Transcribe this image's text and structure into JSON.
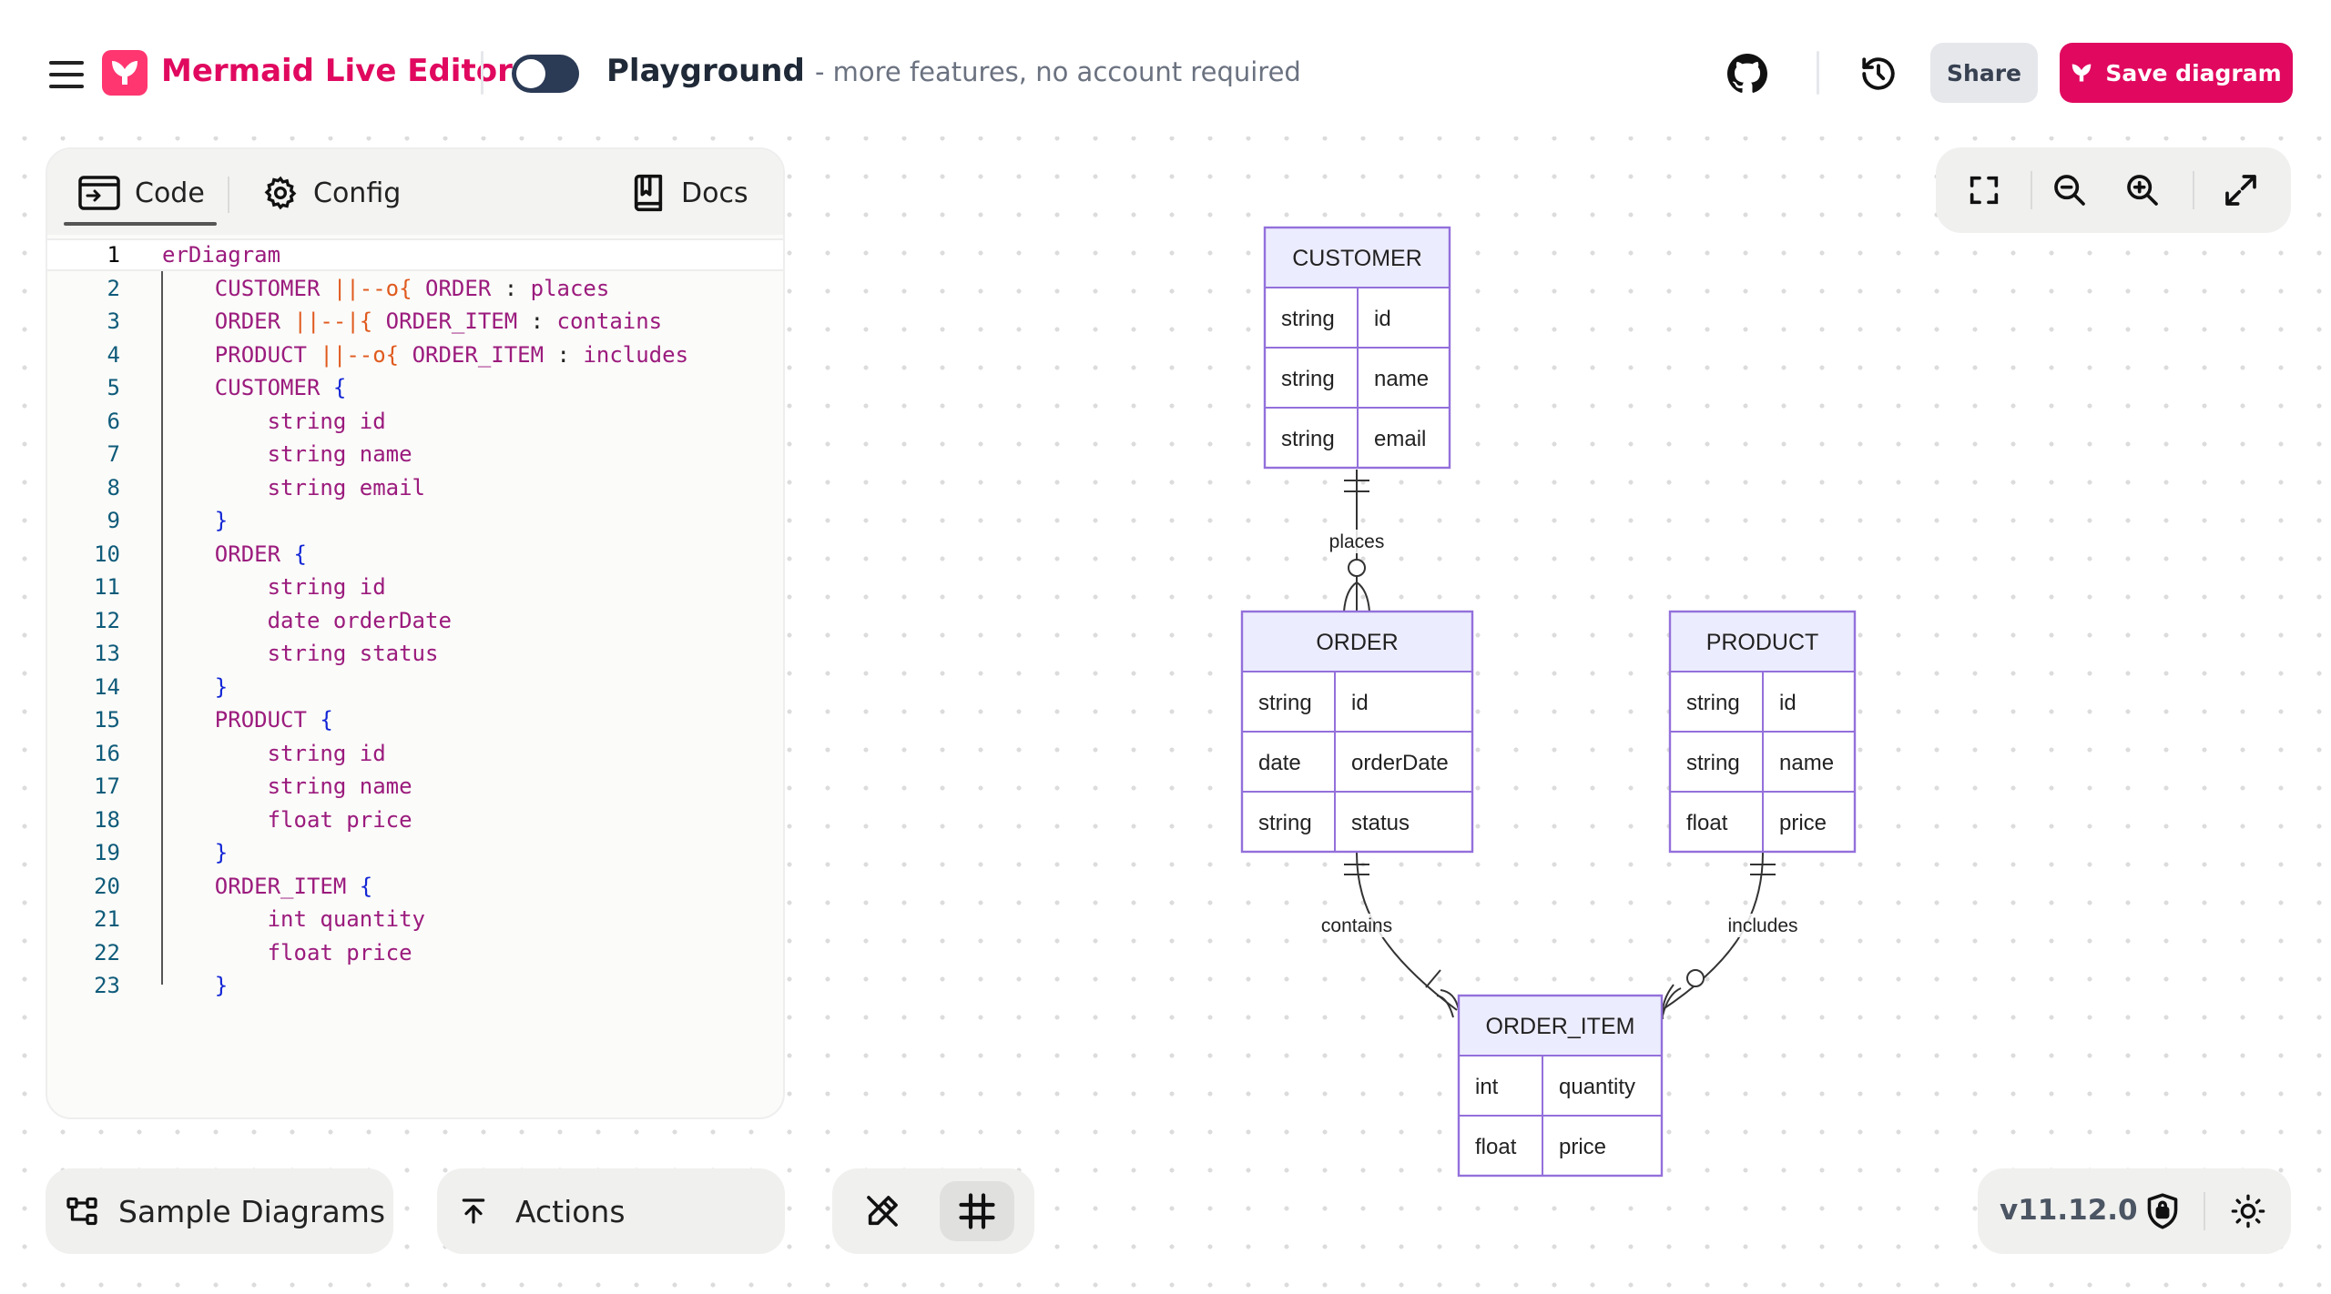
{
  "header": {
    "app_title": "Mermaid Live Editor",
    "playground_title": "Playground",
    "playground_subtitle": "- more features, no account required",
    "share_label": "Share",
    "save_label": "Save diagram"
  },
  "editor": {
    "tabs": [
      {
        "label": "Code",
        "active": true
      },
      {
        "label": "Config",
        "active": false
      },
      {
        "label": "Docs",
        "active": false
      }
    ],
    "active_line": 1,
    "lines": [
      "erDiagram",
      "    CUSTOMER ||--o{ ORDER : places",
      "    ORDER ||--|{ ORDER_ITEM : contains",
      "    PRODUCT ||--o{ ORDER_ITEM : includes",
      "    CUSTOMER {",
      "        string id",
      "        string name",
      "        string email",
      "    }",
      "    ORDER {",
      "        string id",
      "        date orderDate",
      "        string status",
      "    }",
      "    PRODUCT {",
      "        string id",
      "        string name",
      "        float price",
      "    }",
      "    ORDER_ITEM {",
      "        int quantity",
      "        float price",
      "    }"
    ]
  },
  "bottom": {
    "sample_label": "Sample Diagrams",
    "actions_label": "Actions",
    "version": "v11.12.0"
  },
  "colors": {
    "brand": "#e0095f",
    "entity_header_fill": "#ececff",
    "entity_border": "#9370db",
    "keyword": "#9b1b7d",
    "relation": "#e05a1e",
    "brace": "#1326d6"
  },
  "icons": [
    "hamburger-icon",
    "mermaid-logo-icon",
    "github-icon",
    "history-icon",
    "code-icon",
    "gear-icon",
    "book-icon",
    "fullscreen-icon",
    "zoom-out-icon",
    "zoom-in-icon",
    "expand-icon",
    "diagram-icon",
    "upload-icon",
    "pen-icon",
    "grid-icon",
    "shield-icon",
    "sun-icon"
  ],
  "diagram": {
    "entities": [
      {
        "name": "CUSTOMER",
        "attributes": [
          [
            "string",
            "id"
          ],
          [
            "string",
            "name"
          ],
          [
            "string",
            "email"
          ]
        ]
      },
      {
        "name": "ORDER",
        "attributes": [
          [
            "string",
            "id"
          ],
          [
            "date",
            "orderDate"
          ],
          [
            "string",
            "status"
          ]
        ]
      },
      {
        "name": "PRODUCT",
        "attributes": [
          [
            "string",
            "id"
          ],
          [
            "string",
            "name"
          ],
          [
            "float",
            "price"
          ]
        ]
      },
      {
        "name": "ORDER_ITEM",
        "attributes": [
          [
            "int",
            "quantity"
          ],
          [
            "float",
            "price"
          ]
        ]
      }
    ],
    "relationships": [
      {
        "from": "CUSTOMER",
        "to": "ORDER",
        "label": "places",
        "from_card": "exactly-one",
        "to_card": "zero-or-more"
      },
      {
        "from": "ORDER",
        "to": "ORDER_ITEM",
        "label": "contains",
        "from_card": "exactly-one",
        "to_card": "one-or-more"
      },
      {
        "from": "PRODUCT",
        "to": "ORDER_ITEM",
        "label": "includes",
        "from_card": "exactly-one",
        "to_card": "zero-or-more"
      }
    ]
  }
}
